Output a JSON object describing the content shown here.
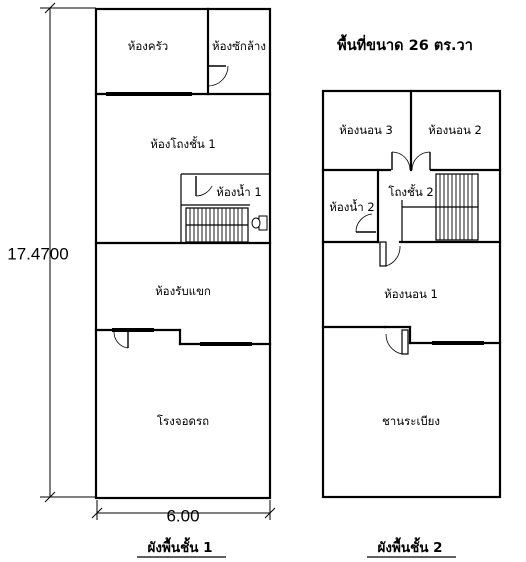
{
  "area_text": "พื้นที่ขนาด 26 ตร.วา",
  "dimensions": {
    "height": "17.4700",
    "width": "6.00"
  },
  "floor1": {
    "title": "ผังพื้นชั้น  1",
    "rooms": {
      "kitchen": "ห้องครัว",
      "laundry": "ห้องซักล้าง",
      "hall": "ห้องโถงชั้น 1",
      "bathroom": "ห้องน้ำ 1",
      "living": "ห้องรับแขก",
      "garage": "โรงจอดรถ"
    }
  },
  "floor2": {
    "title": "ผังพื้นชั้น  2",
    "rooms": {
      "bedroom3": "ห้องนอน 3",
      "bedroom2": "ห้องนอน 2",
      "bathroom2": "ห้องน้ำ 2",
      "hall2": "โถงชั้น 2",
      "bedroom1": "ห้องนอน 1",
      "terrace": "ชานระเบียง"
    }
  }
}
